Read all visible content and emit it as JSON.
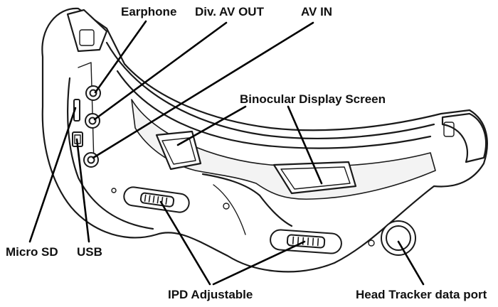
{
  "labels": {
    "earphone": "Earphone",
    "div_av_out": "Div. AV OUT",
    "av_in": "AV IN",
    "binocular_display": "Binocular Display Screen",
    "micro_sd": "Micro SD",
    "usb": "USB",
    "ipd": "IPD Adjustable",
    "head_tracker": "Head Tracker data port"
  }
}
